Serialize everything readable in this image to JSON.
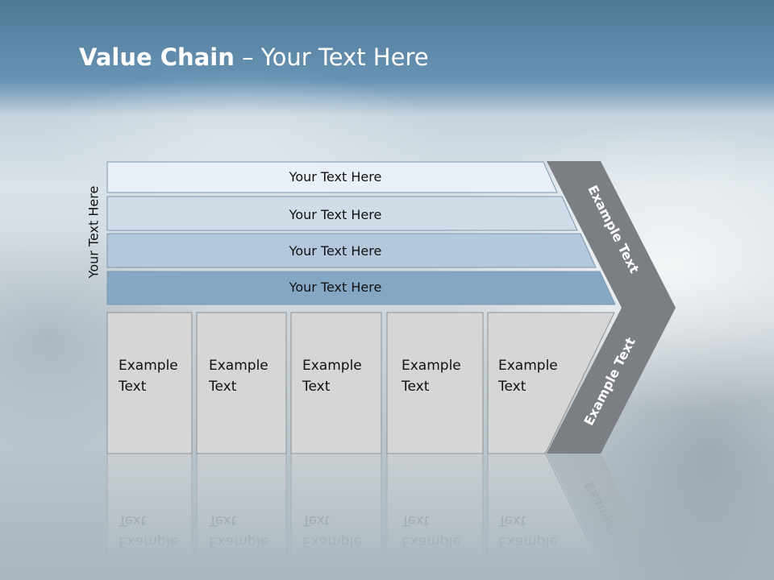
{
  "title": {
    "bold": "Value Chain",
    "rest": " – Your Text Here"
  },
  "side_label": "Your Text Here",
  "bars": [
    {
      "label": "Your Text Here",
      "fill": "#e8eff6"
    },
    {
      "label": "Your Text Here",
      "fill": "#d0dde9"
    },
    {
      "label": "Your Text Here",
      "fill": "#b3c8dc"
    },
    {
      "label": "Your Text Here",
      "fill": "#86a7c4"
    }
  ],
  "chevron": {
    "top_label": "Example Text",
    "bottom_label": "Example Text",
    "fill": "#7b7f83"
  },
  "boxes": [
    {
      "line1": "Example",
      "line2": "Text"
    },
    {
      "line1": "Example",
      "line2": "Text"
    },
    {
      "line1": "Example",
      "line2": "Text"
    },
    {
      "line1": "Example",
      "line2": "Text"
    },
    {
      "line1": "Example",
      "line2": "Text"
    }
  ],
  "colors": {
    "box_fill": "#d6d6d6",
    "box_stroke": "#8e9194",
    "bar_stroke": "#7f97ad"
  }
}
